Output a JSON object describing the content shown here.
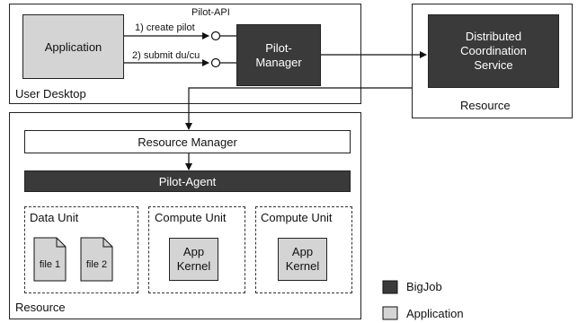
{
  "colors": {
    "bigjob": "#3a3a3a",
    "application": "#d4d4d4",
    "stroke": "#222222"
  },
  "user_desktop": {
    "label": "User Desktop",
    "application_box": "Application",
    "pilot_api_label": "Pilot-API",
    "pilot_manager_box": "Pilot-\nManager",
    "arrow_create": "1) create pilot",
    "arrow_submit": "2) submit du/cu"
  },
  "remote_resource": {
    "dcs_box": "Distributed\nCoordination\nService",
    "label": "Resource"
  },
  "resource": {
    "label": "Resource",
    "resource_manager": "Resource Manager",
    "pilot_agent": "Pilot-Agent",
    "data_unit": {
      "title": "Data Unit",
      "files": [
        "file 1",
        "file 2"
      ]
    },
    "compute_units": [
      {
        "title": "Compute Unit",
        "kernel": "App\nKernel"
      },
      {
        "title": "Compute Unit",
        "kernel": "App\nKernel"
      }
    ]
  },
  "legend": [
    {
      "label": "BigJob",
      "icon": "dark-square"
    },
    {
      "label": "Application",
      "icon": "light-square"
    }
  ]
}
